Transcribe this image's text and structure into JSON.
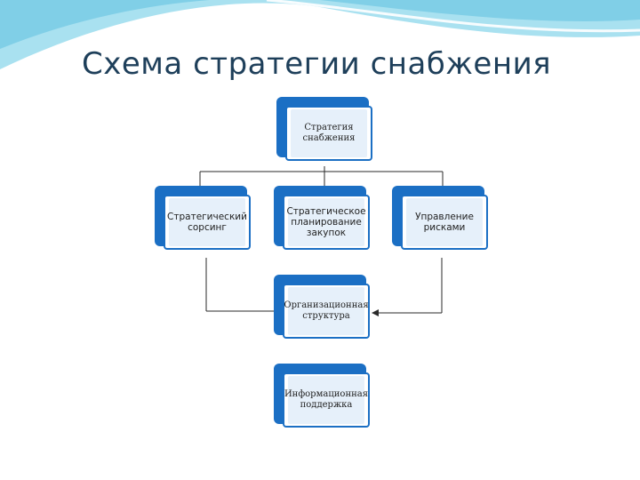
{
  "slide": {
    "title": "Схема стратегии снабжения"
  },
  "diagram": {
    "nodes": {
      "root": "Стратегия снабжения",
      "sourcing": "Стратегический сорсинг",
      "planning": "Стратегическое планирование закупок",
      "risk": "Управление рисками",
      "org": "Организационная структура",
      "info": "Информационная поддержка"
    }
  },
  "colors": {
    "accent": "#1b6fc4",
    "title": "#1e3f5a",
    "wave": "#8fd3e8"
  }
}
